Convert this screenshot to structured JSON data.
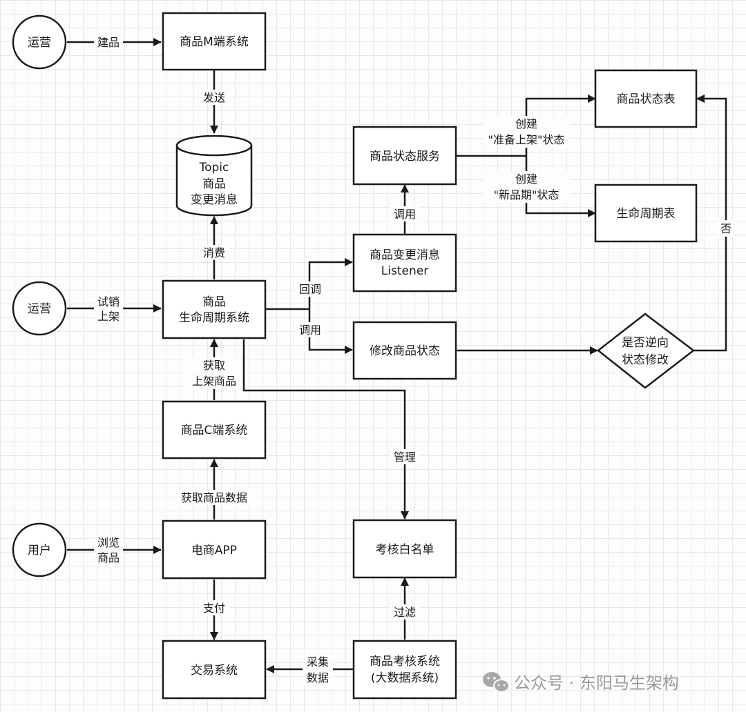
{
  "nodes": {
    "ops1": "运营",
    "ops2": "运营",
    "user": "用户",
    "m_system": "商品M端系统",
    "topic": [
      "Topic",
      "商品",
      "变更消息"
    ],
    "lifecycle": [
      "商品",
      "生命周期系统"
    ],
    "c_system": "商品C端系统",
    "app": "电商APP",
    "trade": "交易系统",
    "audit": [
      "商品考核系统",
      "(大数据系统)"
    ],
    "whitelist": "考核白名单",
    "listener": [
      "商品变更消息",
      "Listener"
    ],
    "modify": "修改商品状态",
    "status_service": "商品状态服务",
    "status_table": "商品状态表",
    "life_table": "生命周期表",
    "decision": [
      "是否逆向",
      "状态修改"
    ]
  },
  "edges": {
    "build": "建品",
    "send": "发送",
    "consume": "消费",
    "trial": [
      "试销",
      "上架"
    ],
    "get_listed": [
      "获取",
      "上架商品"
    ],
    "get_data": "获取商品数据",
    "browse": [
      "浏览",
      "商品"
    ],
    "pay": "支付",
    "collect": [
      "采集",
      "数据"
    ],
    "filter": "过滤",
    "manage": "管理",
    "callback": "回调",
    "invoke1": "调用",
    "invoke2": "调用",
    "create1": [
      "创建",
      "\"准备上架\"状态"
    ],
    "create2": [
      "创建",
      "\"新品期\"状态"
    ],
    "no": "否"
  },
  "watermark": "公众号 · 东阳马生架构"
}
